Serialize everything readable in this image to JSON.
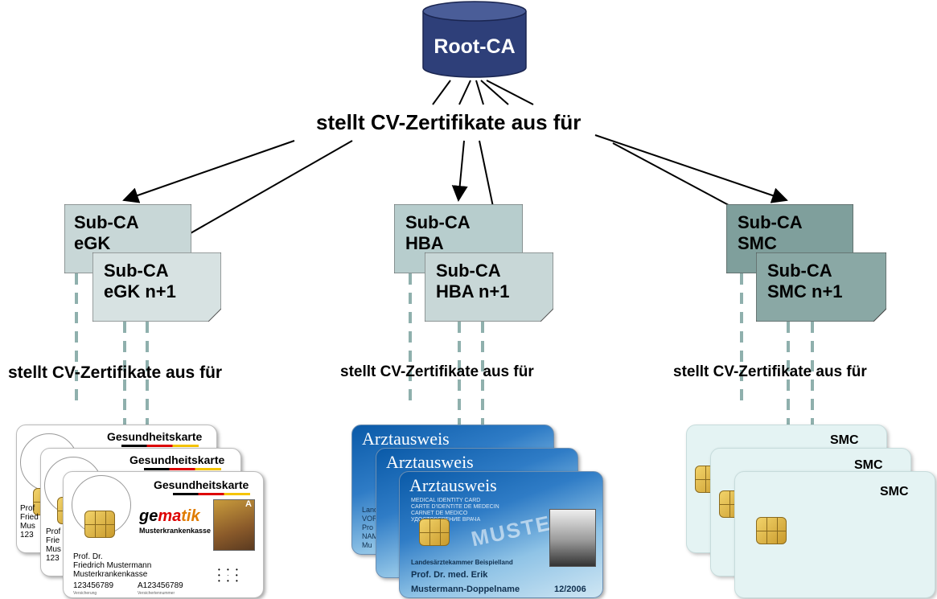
{
  "root": {
    "label": "Root-CA"
  },
  "issues_label_top": "stellt CV-Zertifikate aus für",
  "issues_label_lower": "stellt CV-Zertifikate aus für",
  "sub_cas": {
    "egk": {
      "back": "Sub-CA\neGK",
      "front": "Sub-CA\neGK n+1"
    },
    "hba": {
      "back": "Sub-CA\nHBA",
      "front": "Sub-CA\nHBA n+1"
    },
    "smc": {
      "back": "Sub-CA\nSMC",
      "front": "Sub-CA\nSMC n+1"
    }
  },
  "egk_card": {
    "title": "Gesundheitskarte",
    "brand_ge": "ge",
    "brand_ma": "ma",
    "brand_tik": "tik",
    "insurer": "Musterkrankenkasse",
    "holder_line1": "Prof. Dr.",
    "holder_line2": "Friedrich Mustermann",
    "holder_line3": "Musterkrankenkasse",
    "number_left": "123456789",
    "number_right": "A123456789",
    "caption_left": "Versicherung",
    "caption_right": "Versichertennummer",
    "back_text": "Prof\nFried\nMus\n123",
    "mid_text": "Prof\nFrie\nMus\n123",
    "badge": "A"
  },
  "hba_card": {
    "title": "Arztausweis",
    "subtitle": "MEDICAL IDENTITY CARD\nCARTE D'IDENTITE DE MEDECIN\nCARNET DE MEDICO\nУДОСТОВЕРЕНИЕ ВРАЧА",
    "chamber": "Landesärztekammer Beispielland",
    "name_line1": "Prof. Dr. med. Erik",
    "name_line2": "Mustermann-Doppelname",
    "valid": "12/2006",
    "stamp": "MUSTER",
    "back_text": "Land\nVORN\nPro\nNAME\nMu"
  },
  "smc_card": {
    "label": "SMC"
  },
  "colors": {
    "root_fill": "#2e3f79",
    "sub_light": "#c8d7d7",
    "sub_mid": "#b7cdcd",
    "sub_dark": "#7f9f9c",
    "dashed_arrow": "#8fb0ad"
  }
}
